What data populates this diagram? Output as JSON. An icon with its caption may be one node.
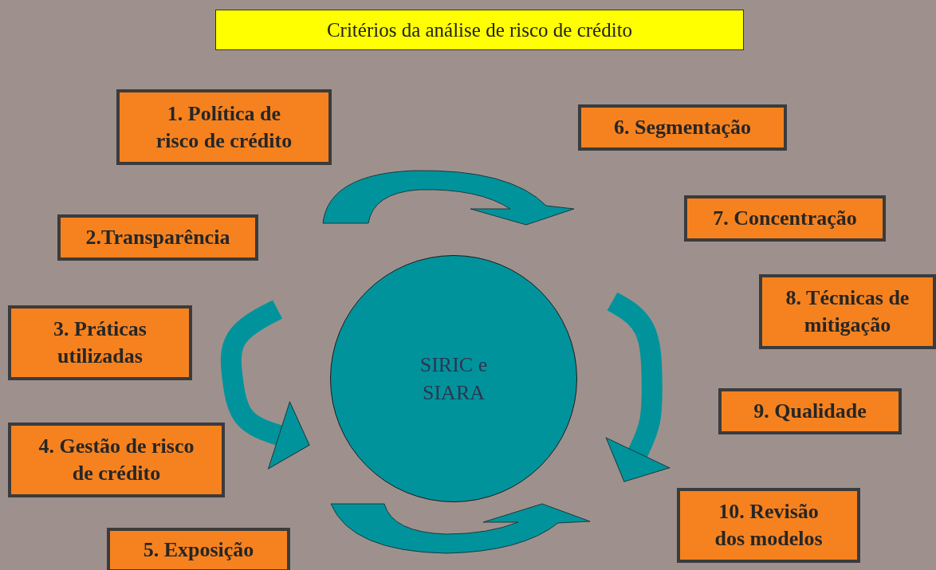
{
  "diagram": {
    "title": "Critérios da análise de risco de crédito",
    "nodes": [
      {
        "text": [
          "1. Política de risco de crédito"
        ]
      },
      {
        "text": [
          "2.Transparência"
        ]
      },
      {
        "text": [
          "3. Práticas utilizadas"
        ]
      },
      {
        "text": [
          "4. Gestão de risco de crédito"
        ]
      },
      {
        "text": [
          "5. Exposição"
        ]
      },
      {
        "text": [
          "6. Segmentação"
        ]
      },
      {
        "text": [
          "7. Concentração"
        ]
      },
      {
        "text": [
          "8. Técnicas de mitigação"
        ]
      },
      {
        "text": [
          "9. Qualidade"
        ]
      },
      {
        "text": [
          "10. Revisão dos modelos"
        ]
      },
      {
        "text": [
          "SIRIC e SIARA"
        ]
      }
    ],
    "edges": [
      {
        "from": null,
        "to": 10,
        "arrow": "to"
      },
      {
        "from": null,
        "to": 9,
        "arrow": "to"
      }
    ]
  }
}
